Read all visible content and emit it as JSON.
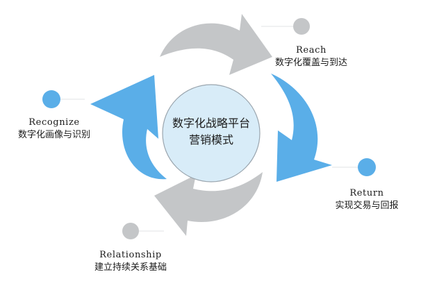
{
  "center": {
    "line1": "数字化战略平台",
    "line2": "营销模式"
  },
  "stages": {
    "reach": {
      "en": "Reach",
      "zh": "数字化覆盖与到达"
    },
    "return": {
      "en": "Return",
      "zh": "实现交易与回报"
    },
    "relationship": {
      "en": "Relationship",
      "zh": "建立持续关系基础"
    },
    "recognize": {
      "en": "Recognize",
      "zh": "数字化画像与识别"
    }
  },
  "colors": {
    "blue": "#5aaee8",
    "gray": "#c4c6c8",
    "center_fill": "#d8ecf8",
    "center_stroke": "#9aa5ae"
  }
}
